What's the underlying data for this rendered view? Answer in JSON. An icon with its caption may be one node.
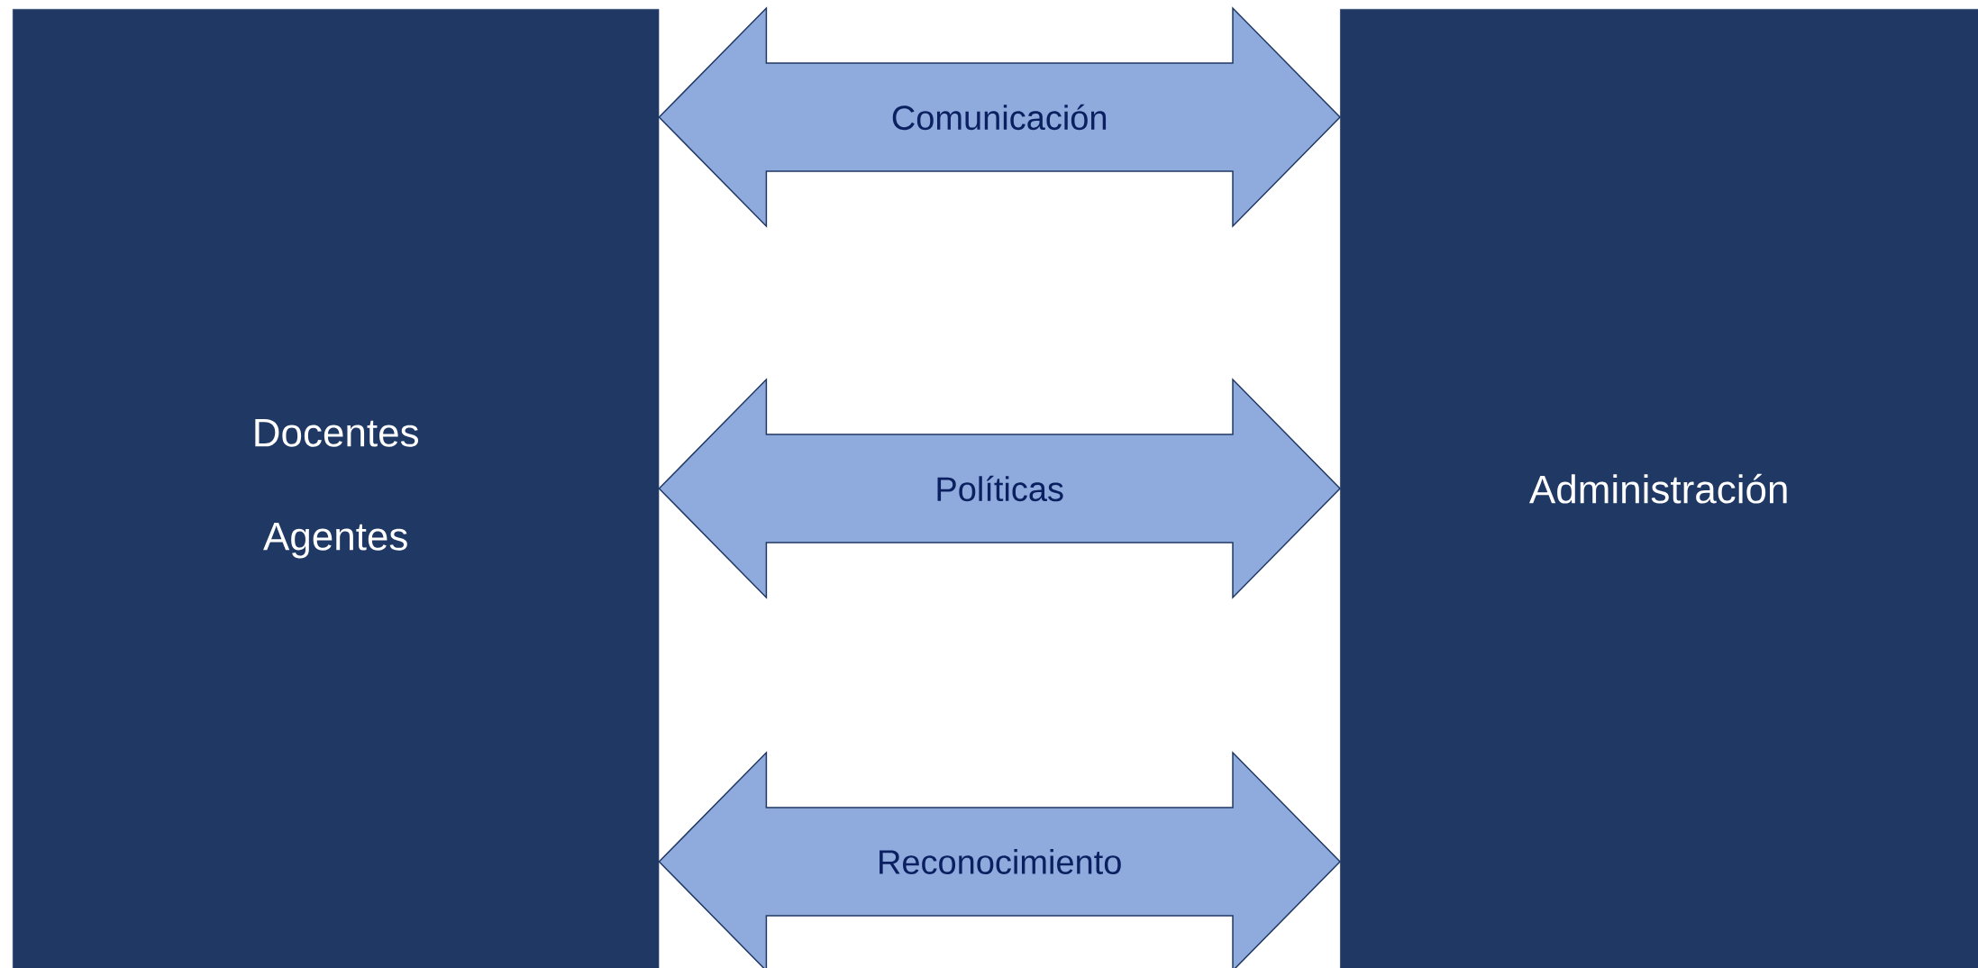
{
  "diagram": {
    "nodes": [
      {
        "text": [
          "Docentes",
          "Agentes"
        ]
      },
      {
        "text": [
          "Administración"
        ]
      }
    ],
    "edges": [
      {
        "from": 0,
        "to": 1,
        "arrow": "both",
        "label": "Comunicación"
      },
      {
        "from": 0,
        "to": 1,
        "arrow": "both",
        "label": "Políticas"
      },
      {
        "from": 0,
        "to": 1,
        "arrow": "both",
        "label": "Reconocimiento"
      }
    ]
  }
}
